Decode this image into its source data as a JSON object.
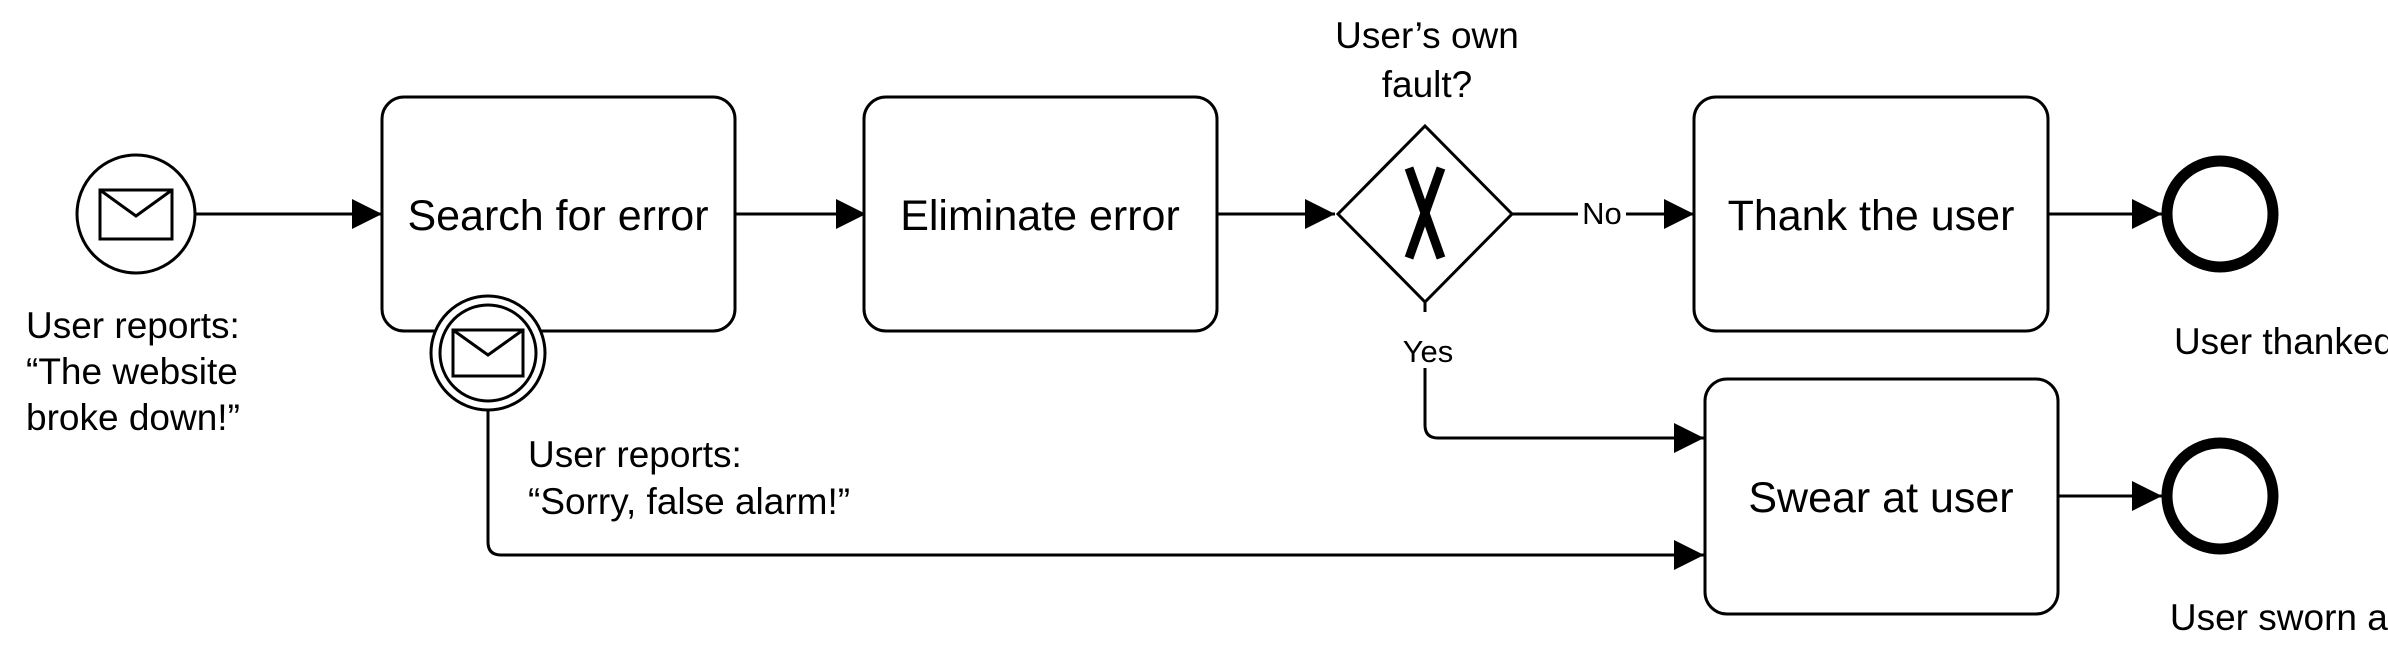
{
  "diagram": {
    "type": "bpmn-process",
    "start_event": {
      "kind": "message",
      "icon": "envelope-icon",
      "label_lines": [
        "User reports:",
        "“The website",
        "broke down!”"
      ]
    },
    "tasks": {
      "search": "Search for error",
      "eliminate": "Eliminate error",
      "thank": "Thank the user",
      "swear": "Swear at user"
    },
    "boundary_event": {
      "kind": "message-interrupting",
      "icon": "envelope-icon",
      "label_lines": [
        "User reports:",
        "“Sorry, false alarm!”"
      ]
    },
    "gateway": {
      "kind": "exclusive",
      "icon": "x-icon",
      "label_lines": [
        "User’s own",
        "fault?"
      ]
    },
    "flows": {
      "no_label": "No",
      "yes_label": "Yes"
    },
    "end_events": {
      "thanked": "User thanked",
      "sworn": "User sworn at"
    },
    "colors": {
      "stroke": "#000000",
      "fill": "#ffffff"
    }
  }
}
